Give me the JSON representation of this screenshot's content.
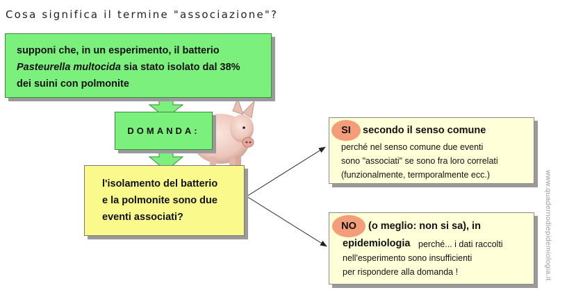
{
  "title": "Cosa significa il termine \"associazione\"?",
  "premise": {
    "line1": "supponi che, in un esperimento, il batterio",
    "organism": "Pasteurella multocida",
    "line2_rest": " sia stato isolato dal 38%",
    "line3": "dei suini con polmonite"
  },
  "domanda": "DOMANDA:",
  "question": {
    "line1": "l'isolamento del batterio",
    "line2": "e la polmonite sono due",
    "line3": "eventi associati?"
  },
  "answer_yes": {
    "badge": "SI",
    "headline": "secondo il senso comune",
    "lines": [
      "perché nel senso comune due eventi",
      "sono \"associati\" se sono fra loro correlati",
      "(funzionalmente, termporalmente ecc.)"
    ]
  },
  "answer_no": {
    "badge": "NO",
    "headline1": "(o meglio: non si sa), in",
    "headline2": "epidemiologia",
    "line1_rest": "perché... i dati raccolti",
    "line2": "nell'esperimento  sono insufficienti",
    "line3": "per rispondere alla domanda !"
  },
  "watermark": "www.quadernodiepidemiologia.it",
  "colors": {
    "green_box": "#7cf07c",
    "question_box": "#fafa8c",
    "answer_box": "#ffffd8",
    "badge": "#f49d7a"
  },
  "icons": [
    "pig-image",
    "down-arrow-icon",
    "pointer-arrow-icon"
  ]
}
